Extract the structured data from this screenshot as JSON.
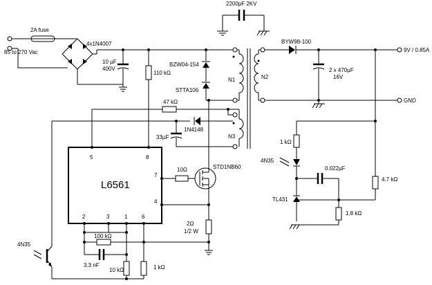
{
  "input": {
    "fuse_label": "2A fuse",
    "voltage_label": "85 to 270 Vac",
    "bridge_label": "4x1N4007"
  },
  "primary": {
    "bulk_cap": [
      "10 µF",
      "400V"
    ],
    "r_startup": "110 kΩ",
    "clamp_zener": "BZW04-154",
    "clamp_diode": "STTA106",
    "winding_n1": "N1",
    "winding_n3": "N3",
    "r_feedback": "47 kΩ",
    "aux_diode": "1N4148",
    "aux_cap": "33µF",
    "r_gate": "10Ω",
    "mosfet": "STD1NB60",
    "r_sense": [
      "2Ω",
      "1/2 W"
    ]
  },
  "controller": {
    "name": "L6561",
    "pins": {
      "p5": "5",
      "p8": "8",
      "p7": "7",
      "p4": "4",
      "p2": "2",
      "p3": "3",
      "p1": "1",
      "p6": "6"
    },
    "r_100k": "100 kΩ",
    "cap_3n3": "3.3 nF",
    "r_10k": "10 kΩ",
    "r_1k": "1 kΩ"
  },
  "secondary": {
    "y_cap": "2200pF 2KV",
    "rectifier": "BYW98-100",
    "winding_n2": "N2",
    "out_caps": [
      "2 x 470µF",
      "16V"
    ],
    "output_label": "9V / 0.85A",
    "gnd_label": "GND",
    "r_opto": "1 kΩ",
    "opto_name": "4N35",
    "comp_cap": "0.022µF",
    "r_4k7": "4.7 kΩ",
    "shunt": "TL431",
    "r_1k8": "1.8 kΩ"
  },
  "opto_primary": "4N35"
}
